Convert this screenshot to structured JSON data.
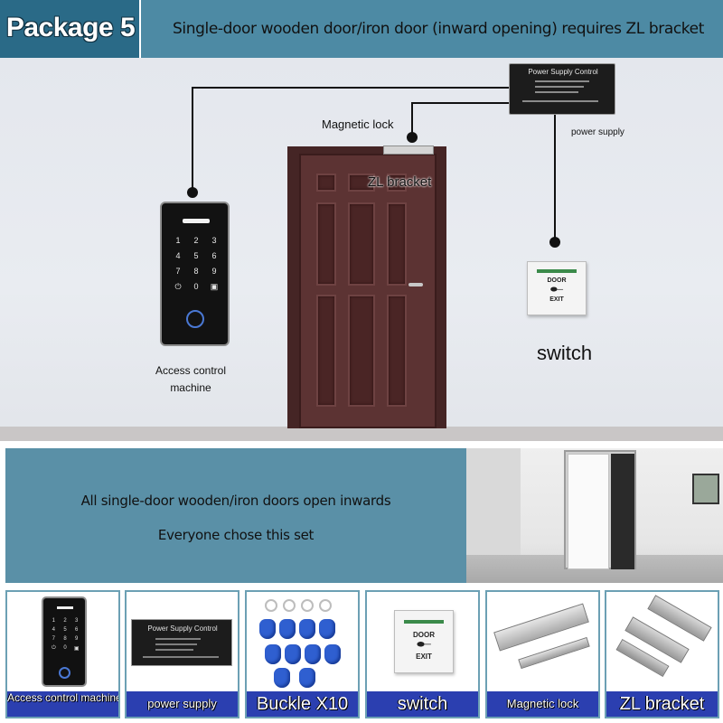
{
  "header": {
    "badge": "Package 5",
    "title": "Single-door wooden door/iron door (inward opening) requires ZL bracket"
  },
  "diagram": {
    "power_supply_plate": "Power Supply Control",
    "magnetic_lock_label": "Magnetic lock",
    "zl_bracket_label": "ZL bracket",
    "power_supply_label": "power supply",
    "switch_label": "switch",
    "access_control_label": "Access control machine",
    "keypad_keys": [
      "1",
      "2",
      "3",
      "4",
      "5",
      "6",
      "7",
      "8",
      "9",
      "",
      "0",
      ""
    ],
    "exit_button": {
      "top": "DOOR",
      "bottom": "EXIT"
    }
  },
  "banner": {
    "line1": "All single-door wooden/iron doors open inwards",
    "line2": "Everyone chose this set"
  },
  "products": [
    {
      "label": "Access control machine"
    },
    {
      "label": "power supply"
    },
    {
      "label": "Buckle X10"
    },
    {
      "label": "switch"
    },
    {
      "label": "Magnetic lock"
    },
    {
      "label": "ZL bracket"
    }
  ],
  "colors": {
    "header_blue": "#4d8aa4",
    "badge_blue": "#2a6a87",
    "banner_blue": "#5a90a7",
    "label_band": "#2b3fb0",
    "door_brown": "#5c3333",
    "fob_blue": "#2f5fd0"
  }
}
